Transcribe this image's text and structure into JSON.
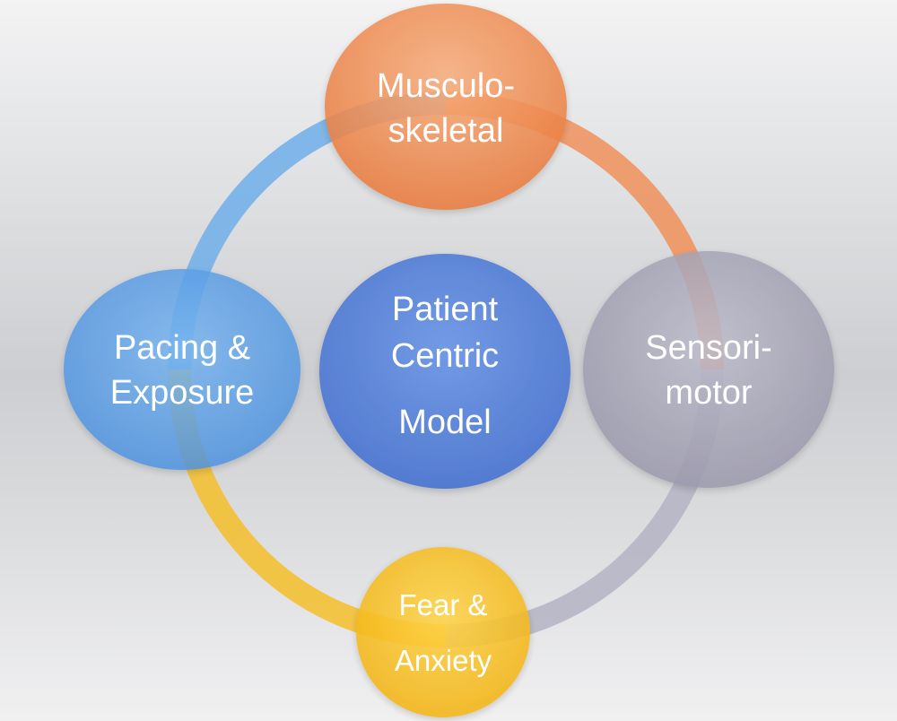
{
  "nodes": {
    "center": {
      "lines": [
        "Patient",
        "Centric",
        "Model"
      ],
      "color": "#5a86d8"
    },
    "top": {
      "lines": [
        "Musculo-",
        "skeletal"
      ],
      "color": "#f0915a"
    },
    "right": {
      "lines": [
        "Sensori-",
        "motor"
      ],
      "color": "#a9a9b8"
    },
    "bottom": {
      "lines": [
        "Fear &",
        "Anxiety"
      ],
      "color": "#f5c12c"
    },
    "left": {
      "lines": [
        "Pacing &",
        "Exposure"
      ],
      "color": "#5aa0e6"
    }
  },
  "ring_colors": {
    "upper_left": "#6faee9",
    "upper_right": "#f0915a",
    "lower_right": "#b4b3c3",
    "lower_left": "#f5be2a"
  }
}
